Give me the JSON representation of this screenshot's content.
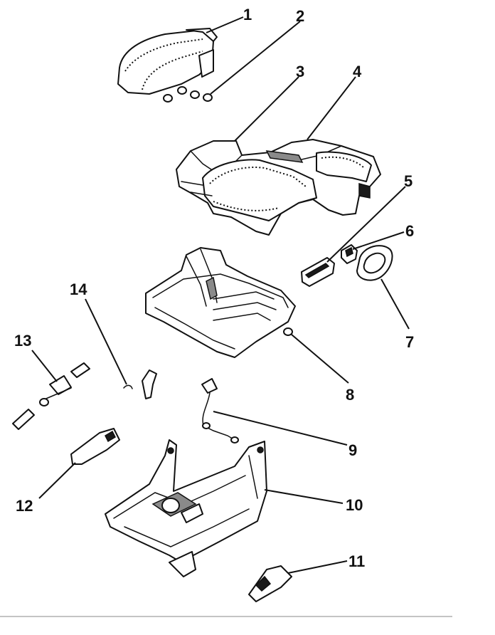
{
  "callouts": [
    {
      "id": "1",
      "label": "1"
    },
    {
      "id": "2",
      "label": "2"
    },
    {
      "id": "3",
      "label": "3"
    },
    {
      "id": "4",
      "label": "4"
    },
    {
      "id": "5",
      "label": "5"
    },
    {
      "id": "6",
      "label": "6"
    },
    {
      "id": "7",
      "label": "7"
    },
    {
      "id": "8",
      "label": "8"
    },
    {
      "id": "9",
      "label": "9"
    },
    {
      "id": "10",
      "label": "10"
    },
    {
      "id": "11",
      "label": "11"
    },
    {
      "id": "12",
      "label": "12"
    },
    {
      "id": "13",
      "label": "13"
    },
    {
      "id": "14",
      "label": "14"
    }
  ],
  "colors": {
    "line": "#111111",
    "background": "#ffffff",
    "rule": "#888888"
  }
}
